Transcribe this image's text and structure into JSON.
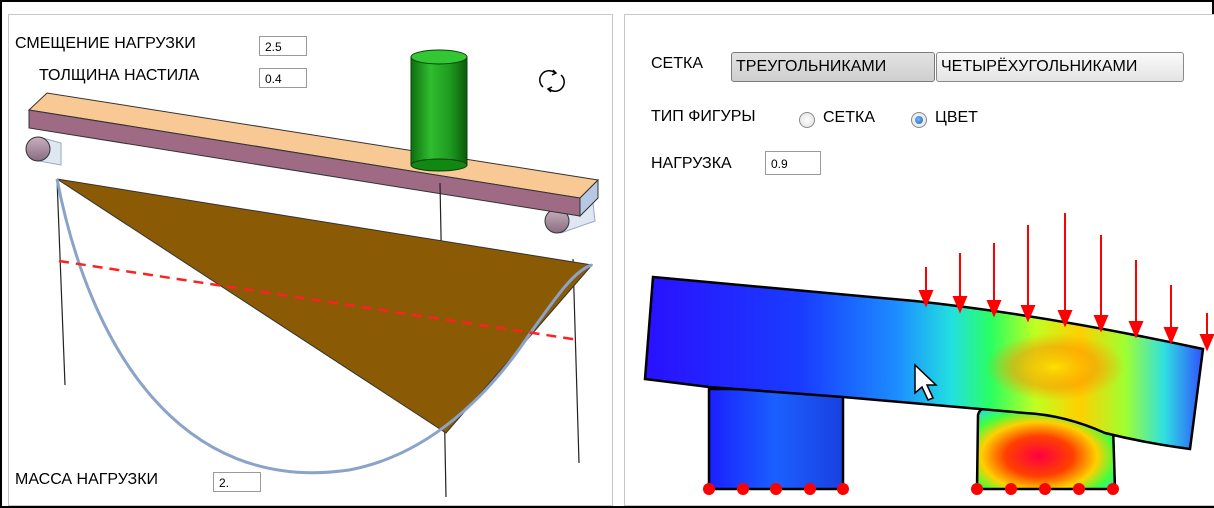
{
  "left_panel": {
    "load_offset": {
      "label": "СМЕЩЕНИЕ НАГРУЗКИ",
      "value": "2.5"
    },
    "deck_thickness": {
      "label": "ТОЛЩИНА НАСТИЛА",
      "value": "0.4"
    },
    "load_mass": {
      "label": "МАССА НАГРУЗКИ",
      "value": "2."
    },
    "rotate_icon": "rotate-arrows-icon"
  },
  "right_panel": {
    "mesh": {
      "label": "СЕТКА",
      "options": [
        "ТРЕУГОЛЬНИКАМИ",
        "ЧЕТЫРЁХУГОЛЬНИКАМИ"
      ],
      "selected": "ТРЕУГОЛЬНИКАМИ"
    },
    "figure_type": {
      "label": "ТИП ФИГУРЫ",
      "options": [
        "СЕТКА",
        "ЦВЕТ"
      ],
      "selected": "ЦВЕТ"
    },
    "load": {
      "label": "НАГРУЗКА",
      "value": "0.9"
    }
  },
  "colors": {
    "beam_top": "#f7c996",
    "beam_side": "#9c6a82",
    "cylinder": "#22a822",
    "triangle": "#8a5a05",
    "deflection_curve": "#8aa3c9",
    "dashed_line": "#ff2020",
    "arrows": "#ff0000"
  }
}
